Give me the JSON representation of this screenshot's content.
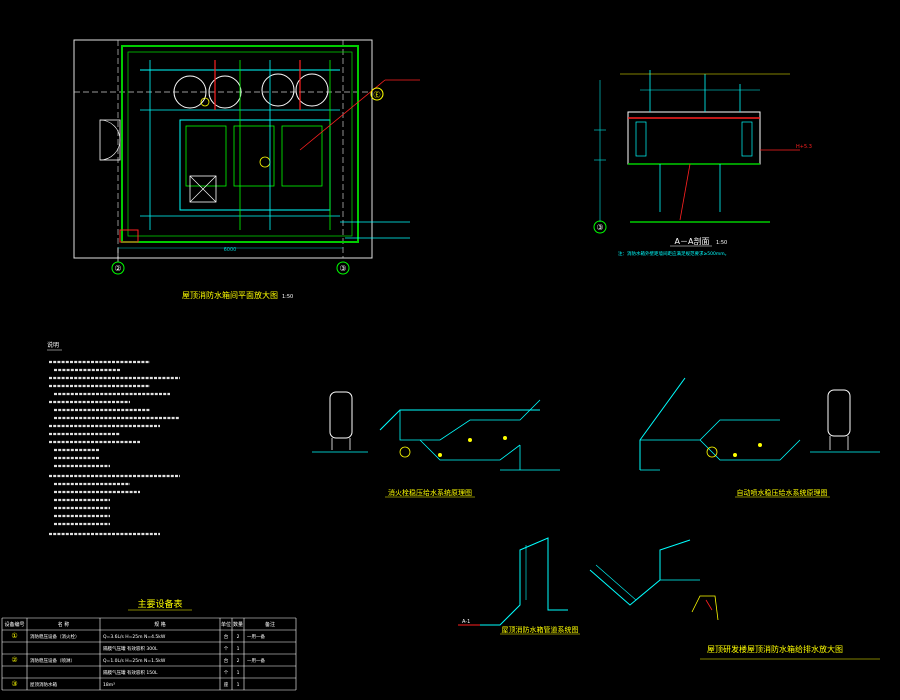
{
  "drawing": {
    "background": "#000000",
    "colors": {
      "frame": "#ffffff",
      "pipe_cyan": "#00ffff",
      "pipe_green": "#00ff00",
      "fire_red": "#ff2020",
      "label_yellow": "#ffff00",
      "wall_green": "#00cc00",
      "dim_cyan": "#00c8c8",
      "magenta": "#ff00ff"
    }
  },
  "plan": {
    "title": "屋顶消防水箱间平面放大图",
    "scale": "1:50",
    "axis_left": "②",
    "axis_right": "③",
    "axis_side": "Ⓔ",
    "overall_dim": "6000"
  },
  "section": {
    "title": "A－A剖面",
    "scale": "1:50",
    "note": "注：消防水箱外壁距墙间距应满足规范要求≥500mm。",
    "axis": "③",
    "level_tag": "H+5.3"
  },
  "notes": {
    "heading": "说明"
  },
  "iso_left": {
    "title": "消火栓稳压给水系统原理图"
  },
  "iso_right": {
    "title": "自动喷水稳压给水系统原理图"
  },
  "pump_sys": {
    "title": "屋顶消防水箱管道系统图"
  },
  "drain": {
    "title": "屋顶研发楼屋顶消防水箱给排水放大图"
  },
  "equipment": {
    "title": "主要设备表",
    "headers": [
      "设备编号",
      "名 称",
      "规 格",
      "单位",
      "数量",
      "备注"
    ],
    "rows": [
      {
        "no": "①",
        "name": "消防稳压设备（消火栓）",
        "spec": "Q=3.6L/s  H=25m  N=4.5kW",
        "unit": "台",
        "qty": "2",
        "note": "一用一备"
      },
      {
        "no": "",
        "name": "",
        "spec": "隔膜气压罐 有效容积 300L",
        "unit": "个",
        "qty": "1",
        "note": ""
      },
      {
        "no": "②",
        "name": "消防稳压设备（喷淋）",
        "spec": "Q=1.0L/s  H=25m  N=1.5kW",
        "unit": "台",
        "qty": "2",
        "note": "一用一备"
      },
      {
        "no": "",
        "name": "",
        "spec": "隔膜气压罐 有效容积 150L",
        "unit": "个",
        "qty": "1",
        "note": ""
      },
      {
        "no": "③",
        "name": "屋顶消防水箱",
        "spec": "18m³",
        "unit": "座",
        "qty": "1",
        "note": ""
      }
    ]
  }
}
